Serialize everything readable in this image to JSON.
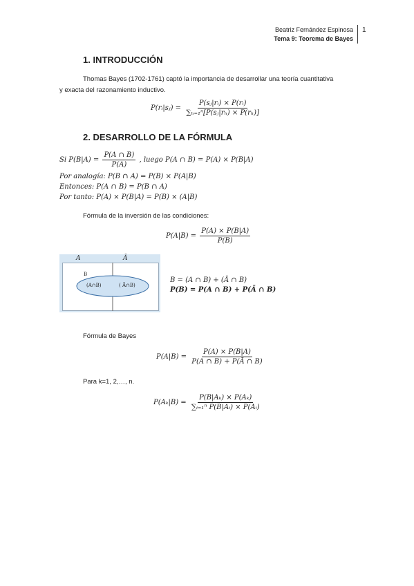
{
  "header": {
    "author": "Beatriz Fernández Espinosa",
    "topic": "Tema 9: Teorema de Bayes",
    "page": "1"
  },
  "sections": {
    "intro_title": "1. INTRODUCCIÓN",
    "intro_line1": "Thomas Bayes (1702-1761) captó la importancia de desarrollar una teoría cuantitativa",
    "intro_line2": "y exacta del razonamiento inductivo.",
    "dev_title": "2. DESARROLLO DE LA FÓRMULA"
  },
  "formulas": {
    "intro_lhs": "P(rᵢ|sⱼ) =",
    "intro_num": "P(sⱼ|rᵢ) × P(rᵢ)",
    "intro_den": "∑ₕ₌₁ⁿ[P(sⱼ|rₕ) × P(rₕ)]",
    "si_prefix": "Si P(B|A) =",
    "si_num": "P(A ∩ B)",
    "si_den": "P(A)",
    "si_suffix": ", luego P(A ∩ B) = P(A) × P(B|A)",
    "analogia": "Por analogía: P(B ∩ A) = P(B) × P(A|B)",
    "entonces": "Entonces: P(A ∩ B) = P(B ∩ A)",
    "tanto": "Por tanto: P(A) × P(B|A) = P(B) × (A|B)",
    "inversion_label": "Fórmula de la inversión de las condiciones:",
    "inv_lhs": "P(A|B) =",
    "inv_num": "P(A) × P(B|A)",
    "inv_den": "P(B)",
    "venn_eq1": "B = (A ∩ B) + (Ā ∩ B)",
    "venn_eq2": "P(B) = P(A ∩ B) + P(Ā ∩ B)",
    "bayes_label": "Fórmula de Bayes",
    "bayes_lhs": "P(A|B) =",
    "bayes_num": "P(A) × P(B|A)",
    "bayes_den": "P(A ∩ B) + P(Ā ∩ B)",
    "para_k": "Para k=1, 2,…, n.",
    "gen_lhs": "P(Aₖ|B) =",
    "gen_num": "P(B|Aₖ) × P(Aₖ)",
    "gen_den": "∑ᵢ₌₁ⁿ P(B|Aᵢ) × P(Aᵢ)"
  },
  "venn": {
    "label_a": "A",
    "label_abar": "Ā",
    "label_b": "B",
    "region_left": "(A∩B)",
    "region_right": "( Ā∩B)"
  }
}
